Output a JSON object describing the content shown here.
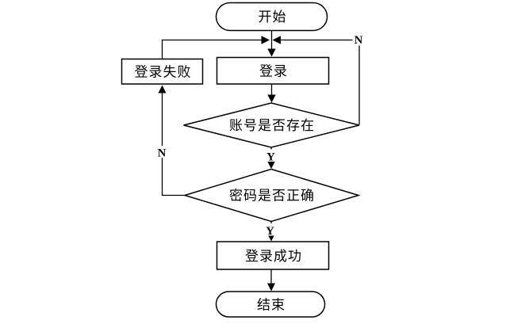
{
  "diagram": {
    "type": "flowchart",
    "colors": {
      "stroke": "#000000",
      "node_fill": "#ffffff",
      "background": "#ffffff",
      "text": "#000000"
    },
    "nodes": {
      "start": {
        "shape": "terminator",
        "label": "开始"
      },
      "login": {
        "shape": "process",
        "label": "登录"
      },
      "login_failed": {
        "shape": "process",
        "label": "登录失败"
      },
      "account_exists": {
        "shape": "decision",
        "label": "账号是否存在"
      },
      "password_correct": {
        "shape": "decision",
        "label": "密码是否正确"
      },
      "login_success": {
        "shape": "process",
        "label": "登录成功"
      },
      "end": {
        "shape": "terminator",
        "label": "结束"
      }
    },
    "edge_labels": {
      "account_exists_yes": "Y",
      "account_exists_no": "N",
      "password_correct_yes": "Y",
      "password_correct_no": "N"
    }
  }
}
